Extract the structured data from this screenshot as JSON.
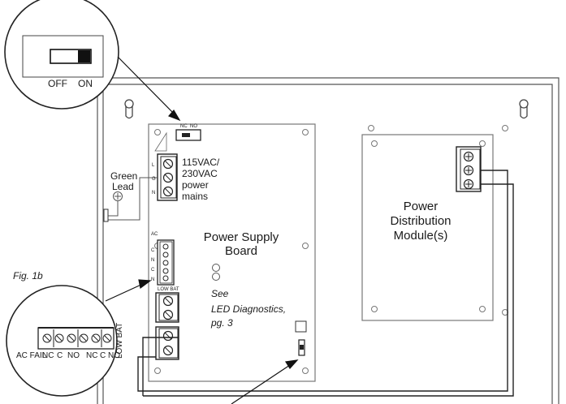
{
  "figure_label": "Fig. 1b",
  "switch_callout": {
    "off_label": "OFF",
    "on_label": "ON"
  },
  "green_lead": {
    "line1": "Green",
    "line2": "Lead"
  },
  "mains_label": {
    "line1": "115VAC/",
    "line2": "230VAC",
    "line3": "power",
    "line4": "mains"
  },
  "power_supply_board": {
    "line1": "Power Supply",
    "line2": "Board"
  },
  "power_distribution": {
    "line1": "Power",
    "line2": "Distribution",
    "line3": "Module(s)"
  },
  "led_note": {
    "line1": "See",
    "line2": "LED Diagnostics,",
    "line3": "pg. 3"
  },
  "terminal_callout": {
    "ac_fail": "AC FAIL",
    "low_bat": "LOW BAT",
    "terminals": [
      "NC",
      "C",
      "NO",
      "NC",
      "C",
      "NO"
    ]
  }
}
